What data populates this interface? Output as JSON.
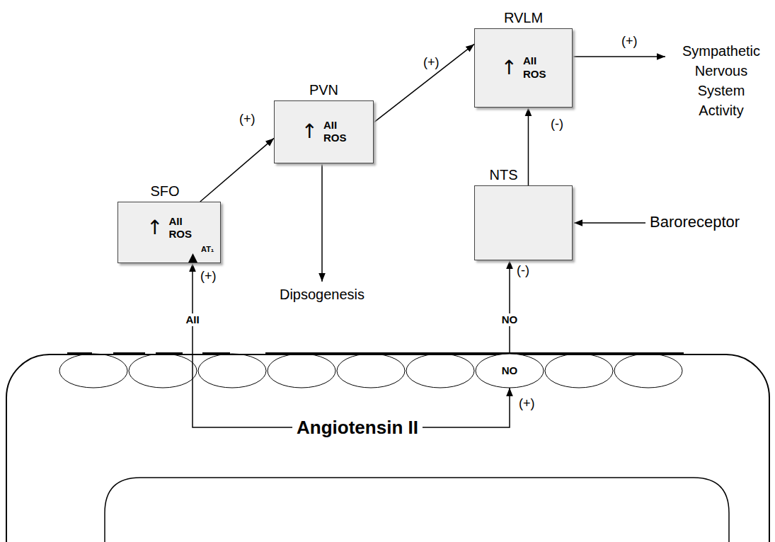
{
  "diagram": {
    "nodes": [
      {
        "text": [
          "SFO",
          "↑",
          "AII ROS",
          "AT₁"
        ]
      },
      {
        "text": [
          "PVN",
          "↑",
          "AII ROS"
        ]
      },
      {
        "text": [
          "RVLM",
          "↑",
          "AII ROS"
        ]
      },
      {
        "text": [
          "NTS"
        ]
      },
      {
        "text": [
          "Angiotensin II"
        ]
      },
      {
        "text": [
          "NO"
        ],
        "in": 4
      }
    ],
    "edges": [
      {
        "from": 0,
        "to": 1,
        "arrow": "to",
        "label": "(+)"
      },
      {
        "from": 1,
        "to": 2,
        "arrow": "to",
        "label": "(+)"
      },
      {
        "from": 3,
        "to": 2,
        "arrow": "to",
        "label": "(-)"
      },
      {
        "from": 4,
        "to": 0,
        "arrow": "to",
        "label": "AII"
      },
      {
        "from": 4,
        "to": 5,
        "arrow": "to",
        "label": "(+)"
      },
      {
        "from": 5,
        "to": 3,
        "arrow": "to",
        "label": "NO"
      }
    ],
    "labels": [
      "(+)",
      "(-)",
      "(+)",
      "Sympathetic Nervous System Activity",
      "Dipsogenesis",
      "Baroreceptor"
    ]
  }
}
